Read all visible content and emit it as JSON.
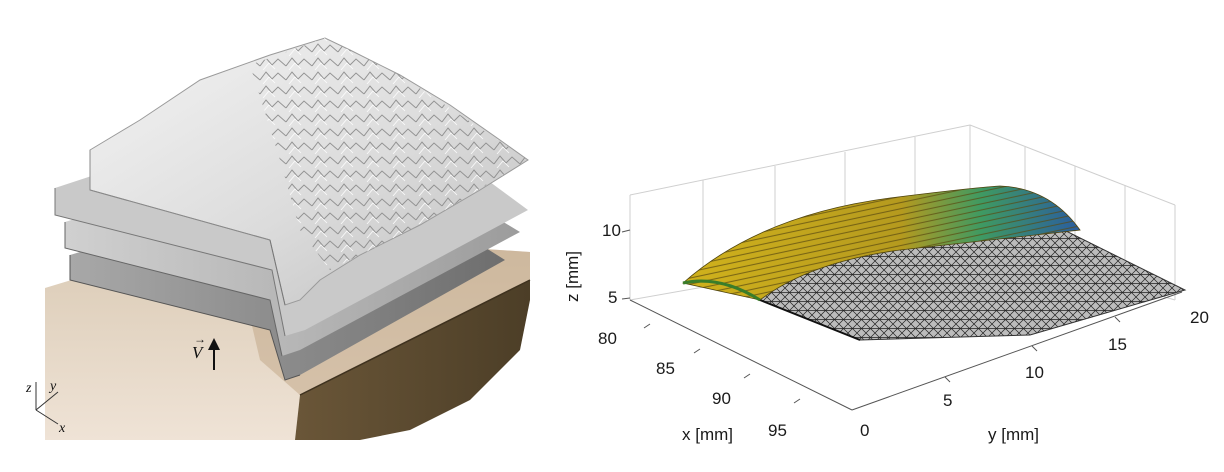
{
  "left_figure": {
    "coordinate_axes": {
      "z": "z",
      "y": "y",
      "x": "x"
    },
    "velocity_label": "V"
  },
  "right_figure": {
    "z_axis": {
      "label": "z [mm]",
      "ticks": [
        "5",
        "10"
      ]
    },
    "x_axis": {
      "label": "x [mm]",
      "ticks": [
        "80",
        "85",
        "90",
        "95"
      ]
    },
    "y_axis": {
      "label": "y [mm]",
      "ticks": [
        "0",
        "5",
        "10",
        "15",
        "20"
      ]
    }
  },
  "colors": {
    "substrate_light": "#e6d7c6",
    "substrate_dark": "#5b4b33",
    "layer_gray": "#9a9a9a",
    "bead_yellow": "#c9a414",
    "bead_green": "#3f9a62",
    "bead_blue": "#2a5da0",
    "mesh": "#222222"
  }
}
